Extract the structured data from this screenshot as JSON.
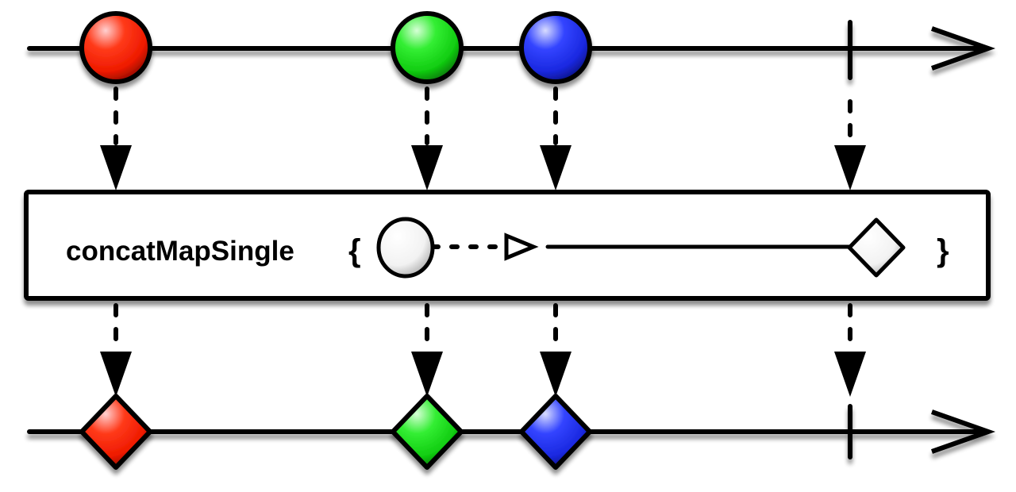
{
  "diagram": {
    "type": "marble-diagram",
    "operator": {
      "name": "concatMapSingle",
      "open_brace": "{",
      "close_brace": "}",
      "inner": {
        "source_marble": "circle",
        "source_color": "#ffffff",
        "emits": "single-value",
        "result_marble": "diamond",
        "result_color": "#ffffff"
      }
    },
    "input_timeline": {
      "items": [
        {
          "shape": "circle",
          "color": "#ff2200",
          "name": "red"
        },
        {
          "shape": "circle",
          "color": "#22dd22",
          "name": "green"
        },
        {
          "shape": "circle",
          "color": "#2233ee",
          "name": "blue"
        }
      ],
      "completes": true
    },
    "output_timeline": {
      "items": [
        {
          "shape": "diamond",
          "color": "#ff2200",
          "name": "red"
        },
        {
          "shape": "diamond",
          "color": "#22dd22",
          "name": "green"
        },
        {
          "shape": "diamond",
          "color": "#2233ee",
          "name": "blue"
        }
      ],
      "completes": true
    }
  }
}
